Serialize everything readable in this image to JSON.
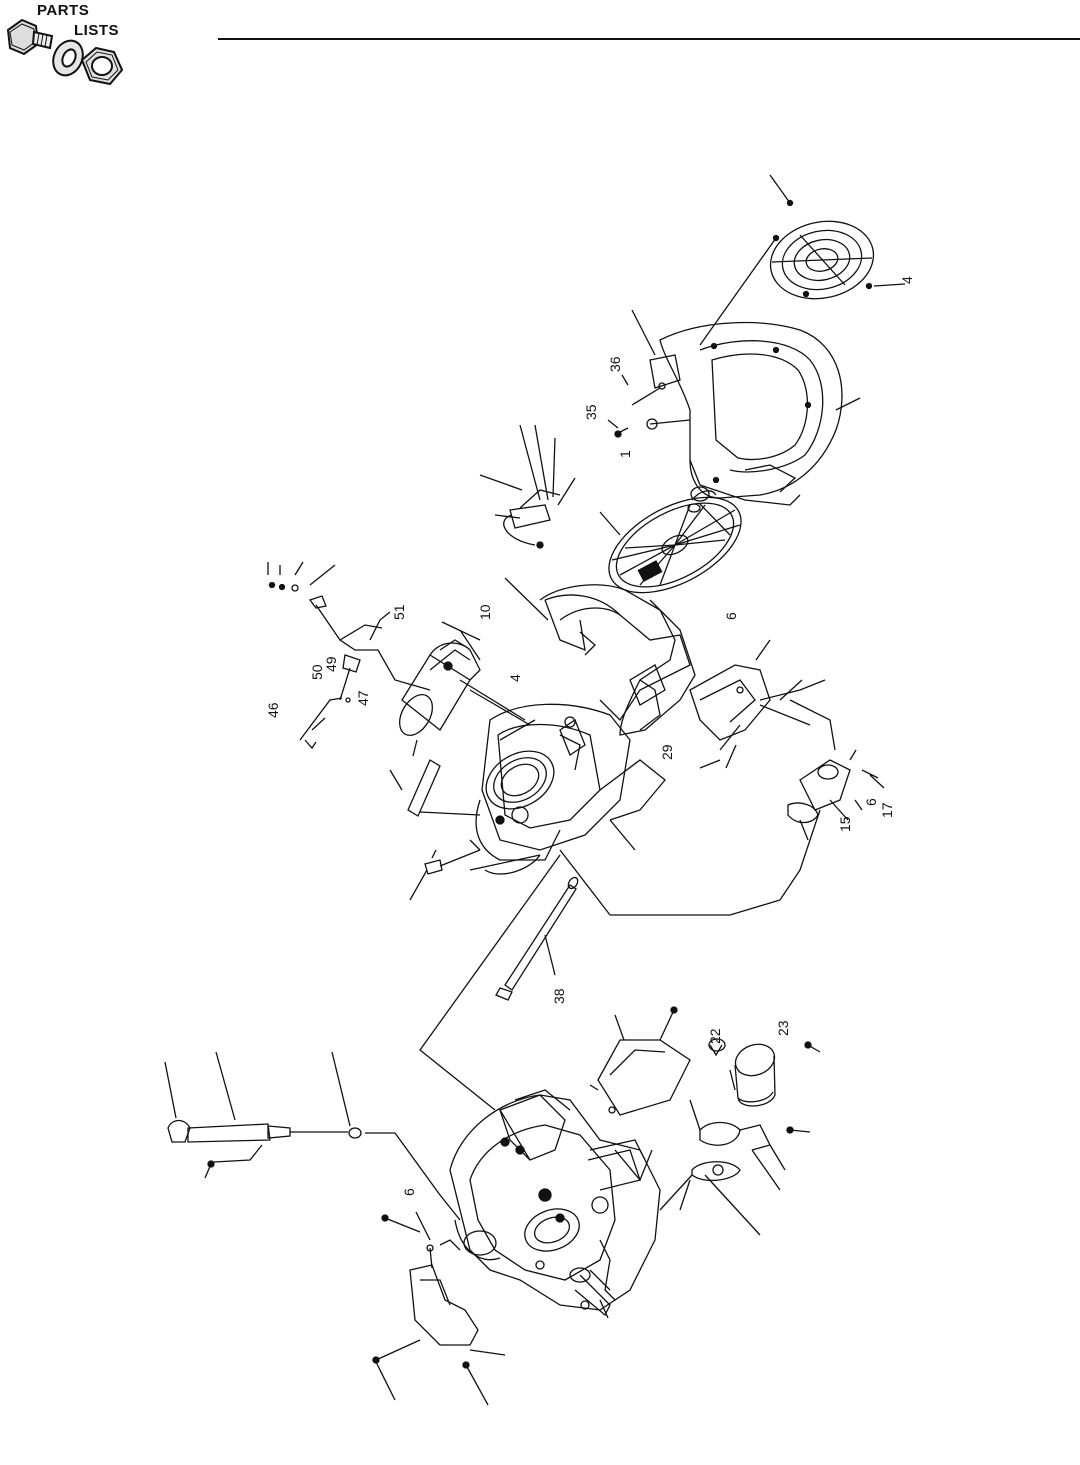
{
  "header": {
    "logo_word_1": "PARTS",
    "logo_word_2": "LISTS"
  },
  "diagram": {
    "callouts": {
      "c4_grille": "4",
      "c36": "36",
      "c35": "35",
      "c1": "1",
      "c51": "51",
      "c10": "10",
      "c4_mid": "4",
      "c49": "49",
      "c50": "50",
      "c46": "46",
      "c47": "47",
      "c6_right": "6",
      "c29": "29",
      "c15": "15",
      "c6_b": "6",
      "c17": "17",
      "c38": "38",
      "c22": "22",
      "c23": "23",
      "c6_left": "6"
    }
  }
}
